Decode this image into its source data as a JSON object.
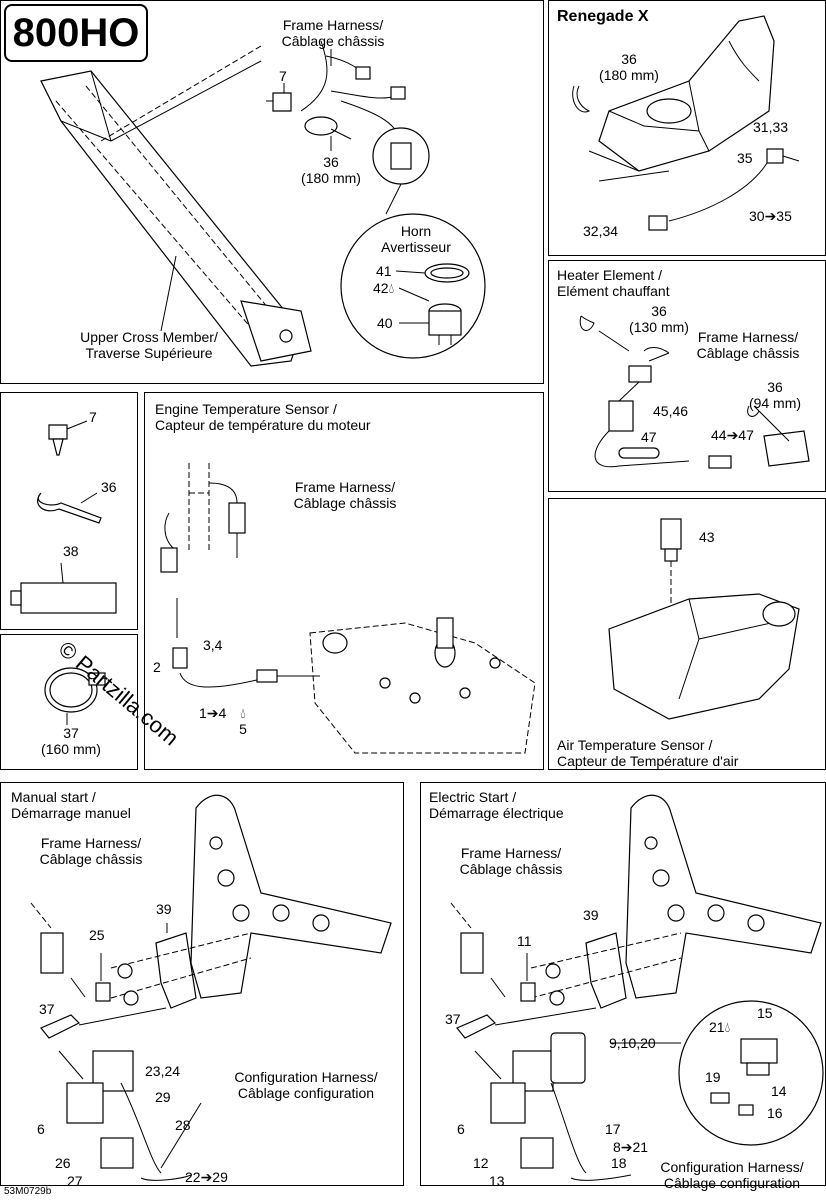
{
  "model_title": "800HO",
  "watermark": "© Partzilla.com",
  "drawing_number": "53M0729b",
  "panels": {
    "frame": {
      "frame_harness": [
        "Frame Harness/",
        "Câblage châssis"
      ],
      "item_7": "7",
      "item_36": "36",
      "item_36_size": "(180 mm)",
      "horn": [
        "Horn",
        "Avertisseur"
      ],
      "item_41": "41",
      "item_42": "42",
      "item_40": "40",
      "upper_cross": [
        "Upper Cross Member/",
        "Traverse Supérieure"
      ]
    },
    "renegade": {
      "title": "Renegade X",
      "item_36": "36",
      "item_36_size": "(180 mm)",
      "item_31_33": "31,33",
      "item_35": "35",
      "item_30_35": "30➔35",
      "item_32_34": "32,34"
    },
    "heater": {
      "title": [
        "Heater Element /",
        "Elément chauffant"
      ],
      "item_36a": "36",
      "item_36a_size": "(130 mm)",
      "frame_harness": [
        "Frame Harness/",
        "Câblage châssis"
      ],
      "item_36b": "36",
      "item_36b_size": "(94 mm)",
      "item_45_46": "45,46",
      "item_47": "47",
      "item_44_47": "44➔47"
    },
    "parts": {
      "item_7": "7",
      "item_36": "36",
      "item_38": "38"
    },
    "clamp": {
      "item_37": "37",
      "item_37_size": "(160 mm)"
    },
    "engine_temp": {
      "title": [
        "Engine Temperature Sensor /",
        "Capteur de température du moteur"
      ],
      "frame_harness": [
        "Frame Harness/",
        "Câblage châssis"
      ],
      "item_3_4": "3,4",
      "item_2": "2",
      "item_1_4": "1➔4",
      "item_5": "5"
    },
    "air_temp": {
      "item_43": "43",
      "title": [
        "Air Temperature Sensor /",
        "Capteur de Température d'air"
      ]
    },
    "manual": {
      "title": [
        "Manual start /",
        "Démarrage manuel"
      ],
      "frame_harness": [
        "Frame Harness/",
        "Câblage châssis"
      ],
      "item_39": "39",
      "item_25": "25",
      "item_37": "37",
      "item_23_24": "23,24",
      "item_29": "29",
      "item_28": "28",
      "item_6": "6",
      "item_26": "26",
      "item_27": "27",
      "item_22_29": "22➔29",
      "config_harness": [
        "Configuration Harness/",
        "Câblage configuration"
      ]
    },
    "electric": {
      "title": [
        "Electric Start /",
        "Démarrage électrique"
      ],
      "frame_harness": [
        "Frame Harness/",
        "Câblage châssis"
      ],
      "item_39": "39",
      "item_11": "11",
      "item_37": "37",
      "item_9_10_20": "9,10,20",
      "item_15": "15",
      "item_21": "21",
      "item_19": "19",
      "item_14": "14",
      "item_16": "16",
      "item_17": "17",
      "item_8_21": "8➔21",
      "item_6": "6",
      "item_12": "12",
      "item_13": "13",
      "item_18": "18",
      "config_harness": [
        "Configuration Harness/",
        "Câblage configuration"
      ]
    }
  },
  "icons": [
    "drop-icon (adhesive/lubricant symbol)"
  ]
}
